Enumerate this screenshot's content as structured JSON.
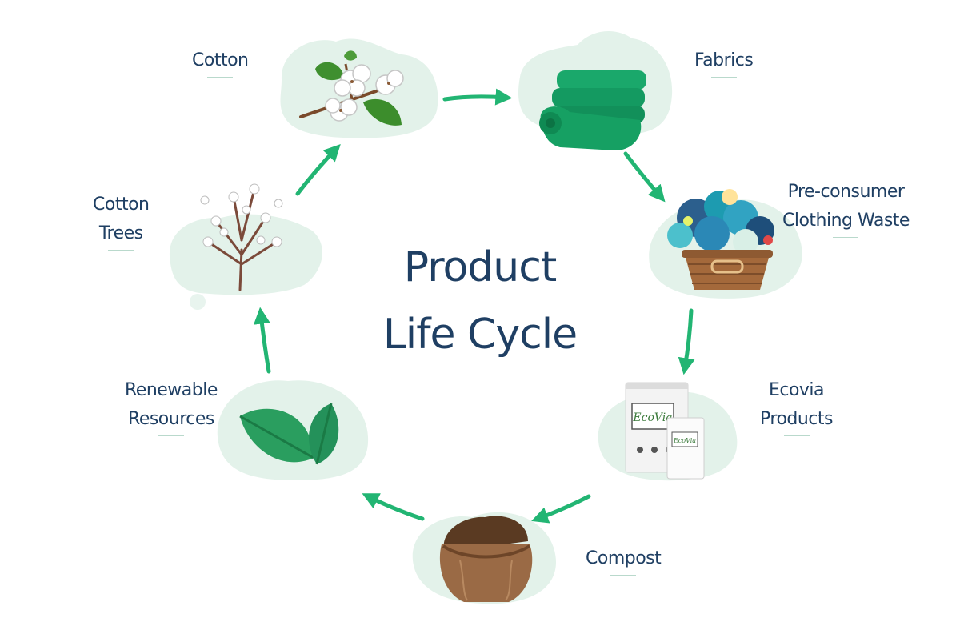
{
  "title": {
    "line1": "Product",
    "line2": "Life Cycle"
  },
  "stages": {
    "cotton": {
      "label": "Cotton"
    },
    "fabrics": {
      "label": "Fabrics"
    },
    "preconsumer": {
      "line1": "Pre-consumer",
      "line2": "Clothing Waste"
    },
    "ecovia": {
      "line1": "Ecovia",
      "line2": "Products",
      "brand": "EcoVia"
    },
    "compost": {
      "label": "Compost"
    },
    "renewable": {
      "line1": "Renewable",
      "line2": "Resources"
    },
    "cotton_trees": {
      "line1": "Cotton",
      "line2": "Trees"
    }
  },
  "colors": {
    "blob": "#e3f2ea",
    "arrow": "#22b573",
    "text": "#1f3f63",
    "leaf": "#27a35f",
    "fabric": "#159a61"
  }
}
